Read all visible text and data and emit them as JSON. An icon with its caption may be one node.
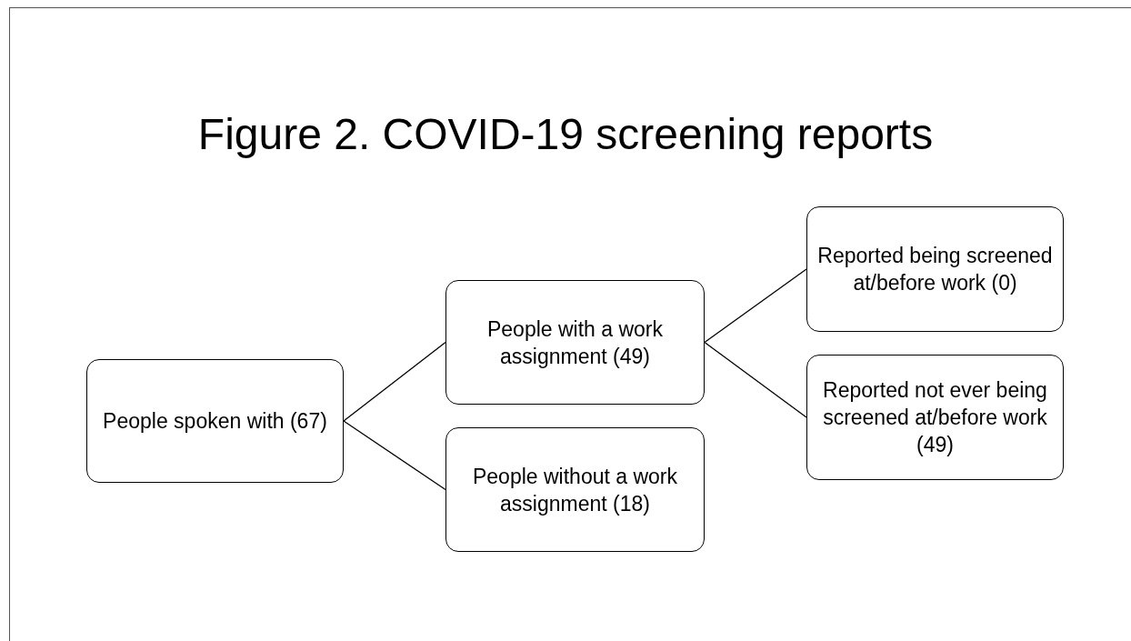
{
  "diagram": {
    "title": "Figure 2. COVID-19 screening reports",
    "nodes": [
      {
        "text": [
          "People spoken with (67)"
        ]
      },
      {
        "text": [
          "People with a work assignment (49)"
        ]
      },
      {
        "text": [
          "People without a work assignment (18)"
        ]
      },
      {
        "text": [
          "Reported being screened at/before work (0)"
        ]
      },
      {
        "text": [
          "Reported not ever being screened at/before work (49)"
        ]
      }
    ],
    "edges": [
      {
        "from": 0,
        "to": 1,
        "arrow": "none"
      },
      {
        "from": 0,
        "to": 2,
        "arrow": "none"
      },
      {
        "from": 1,
        "to": 3,
        "arrow": "none"
      },
      {
        "from": 1,
        "to": 4,
        "arrow": "none"
      }
    ]
  }
}
